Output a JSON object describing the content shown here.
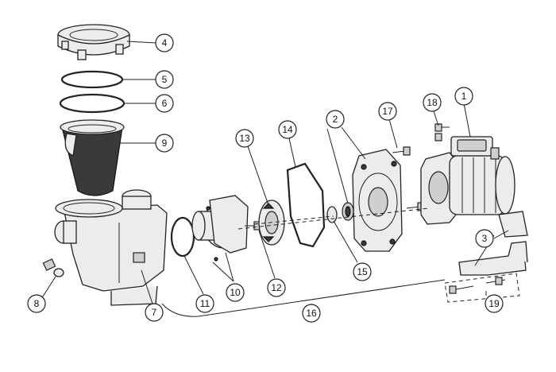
{
  "callouts": [
    {
      "key": "c1",
      "label": "1"
    },
    {
      "key": "c2",
      "label": "2"
    },
    {
      "key": "c3",
      "label": "3"
    },
    {
      "key": "c4",
      "label": "4"
    },
    {
      "key": "c5",
      "label": "5"
    },
    {
      "key": "c6",
      "label": "6"
    },
    {
      "key": "c7",
      "label": "7"
    },
    {
      "key": "c8",
      "label": "8"
    },
    {
      "key": "c9",
      "label": "9"
    },
    {
      "key": "c10",
      "label": "10"
    },
    {
      "key": "c11",
      "label": "11"
    },
    {
      "key": "c12",
      "label": "12"
    },
    {
      "key": "c13",
      "label": "13"
    },
    {
      "key": "c14",
      "label": "14"
    },
    {
      "key": "c15",
      "label": "15"
    },
    {
      "key": "c16",
      "label": "16"
    },
    {
      "key": "c17",
      "label": "17"
    },
    {
      "key": "c18",
      "label": "18"
    },
    {
      "key": "c19",
      "label": "19"
    }
  ]
}
